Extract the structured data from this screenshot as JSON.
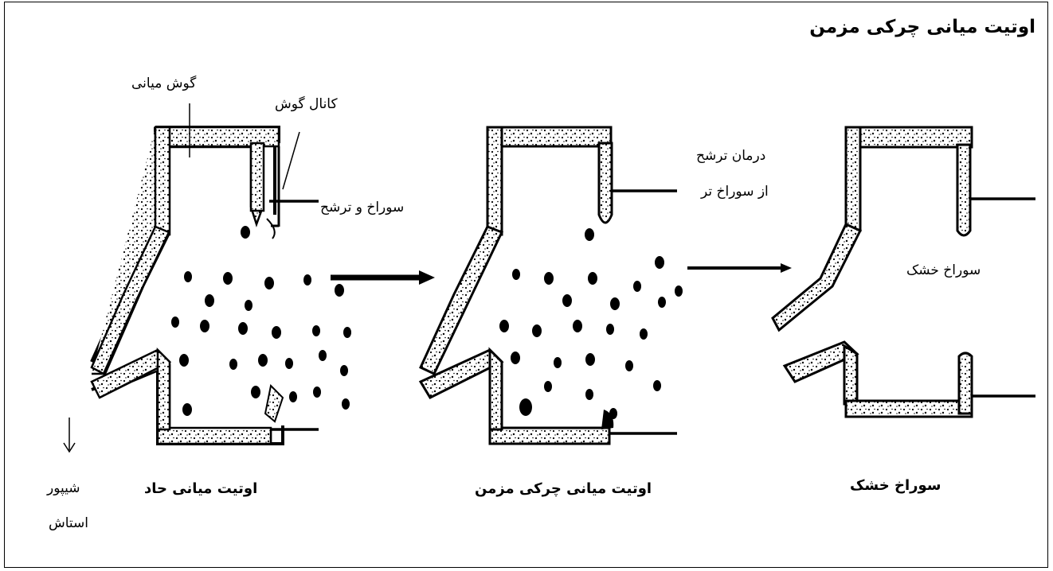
{
  "title": "اوتیت میانی چرکی مزمن",
  "labels": {
    "middle_ear": "گوش میانی",
    "ear_canal": "کانال گوش",
    "perforation_discharge": "سوراخ و ترشح",
    "treatment_line1": "درمان ترشح",
    "treatment_line2": "از سوراخ تر",
    "dry_perforation": "سوراخ خشک",
    "eustachian_line1": "شیپور",
    "eustachian_line2": "استاش"
  },
  "captions": {
    "acute": "اوتیت میانی حاد",
    "chronic": "اوتیت میانی چرکی مزمن",
    "dry": "سوراخ خشک"
  }
}
